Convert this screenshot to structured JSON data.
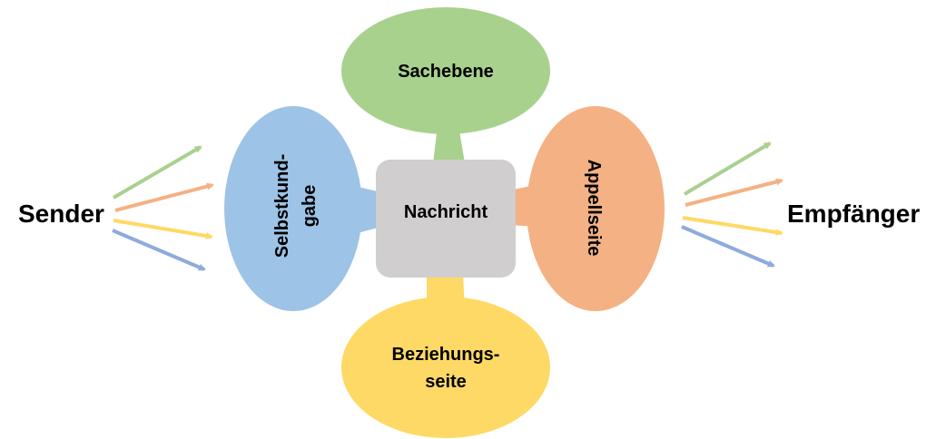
{
  "sender": "Sender",
  "receiver": "Empfänger",
  "message": "Nachricht",
  "aspects": {
    "top": "Sachebene",
    "left_line1": "Selbstkund-",
    "left_line2": "gabe",
    "right": "Appellseite",
    "bottom_line1": "Beziehungs-",
    "bottom_line2": "seite"
  },
  "colors": {
    "green": "#A9D18E",
    "blue": "#9DC3E6",
    "orange": "#F4B183",
    "yellow": "#FFD966",
    "gray": "#D0CECE",
    "arrow_green": "#A9D18E",
    "arrow_orange": "#F4B183",
    "arrow_yellow": "#FFD966",
    "arrow_blue": "#8FAADC"
  }
}
